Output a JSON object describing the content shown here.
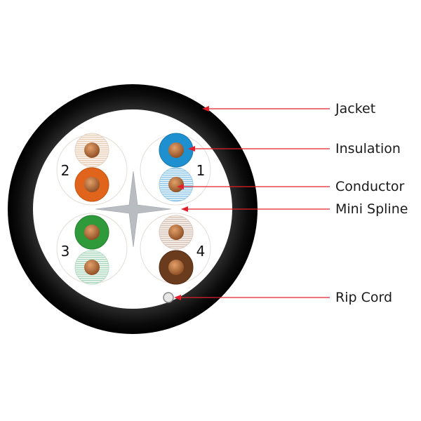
{
  "labels": {
    "jacket": "Jacket",
    "insulation": "Insulation",
    "conductor": "Conductor",
    "mini_spline": "Mini Spline",
    "rip_cord": "Rip Cord"
  },
  "pairs": [
    {
      "number": "1",
      "wires": [
        "blue",
        "blue-white stripe"
      ]
    },
    {
      "number": "2",
      "wires": [
        "orange-white stripe",
        "orange"
      ]
    },
    {
      "number": "3",
      "wires": [
        "green",
        "green-white stripe"
      ]
    },
    {
      "number": "4",
      "wires": [
        "brown-white stripe",
        "brown"
      ]
    }
  ],
  "colors": {
    "jacket": "#111111",
    "callout_line": "#e0202a",
    "copper": "#b5652e",
    "blue": "#1e90d0",
    "orange": "#e0641c",
    "green": "#2e9a3a",
    "brown": "#6b3b1e",
    "spline": "#b9bcc1"
  }
}
